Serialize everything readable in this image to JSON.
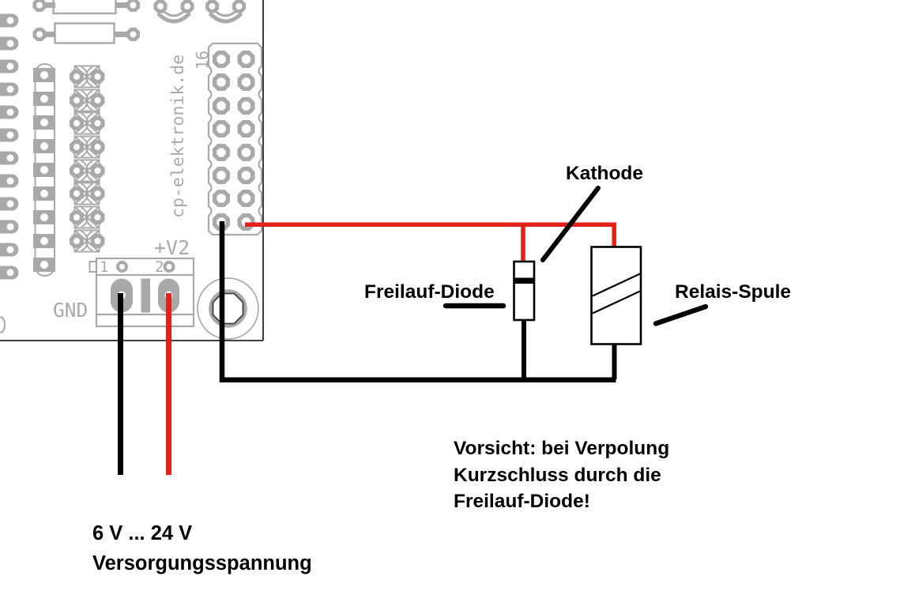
{
  "diagram": {
    "annotations": {
      "kathode": "Kathode",
      "freilauf_diode": "Freilauf-Diode",
      "relais_spule": "Relais-Spule",
      "warning_line1": "Vorsicht: bei Verpolung",
      "warning_line2": "Kurzschluss durch die",
      "warning_line3": "Freilauf-Diode!",
      "supply_line1": "6 V ... 24 V",
      "supply_line2": "Versorgungsspannung"
    },
    "pcb": {
      "site_text": "cp-elektronik.de",
      "header_label": "16",
      "gnd_label": "GND",
      "v2_label": "+V2",
      "terminal_pin1_label": "1",
      "terminal_pin2_label": "2"
    },
    "colors": {
      "wire_red": "#e32119",
      "wire_black": "#000000",
      "silkscreen_gray": "#a9a9a9",
      "board_outline": "#3f3f3f"
    }
  }
}
